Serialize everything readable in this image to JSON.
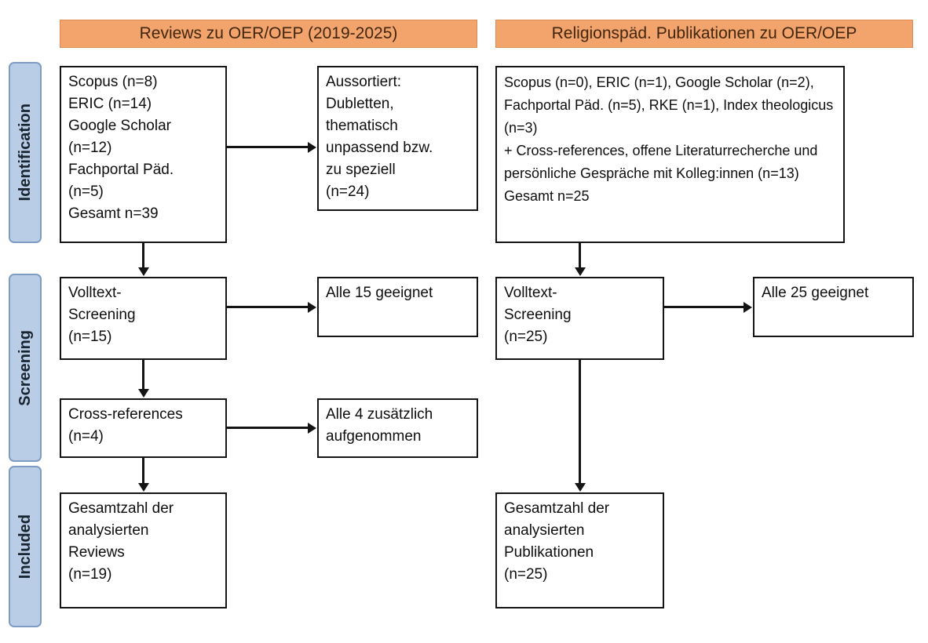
{
  "colors": {
    "background": "#ffffff",
    "header_fill": "#f3a36c",
    "header_border": "#dd8b50",
    "header_text": "#40270d",
    "stage_fill": "#b9cde6",
    "stage_border": "#7e9cc4",
    "stage_text": "#1a2430",
    "box_background": "#ffffff",
    "box_border": "#141414",
    "arrow": "#141414"
  },
  "headers": {
    "left": "Reviews zu OER/OEP (2019-2025)",
    "right": "Religionspäd. Publikationen zu OER/OEP"
  },
  "stages": [
    {
      "id": "identification",
      "label": "Identification"
    },
    {
      "id": "screening",
      "label": "Screening"
    },
    {
      "id": "included",
      "label": "Included"
    }
  ],
  "left_flow": {
    "sources": "Scopus (n=8)\nERIC (n=14)\nGoogle Scholar\n(n=12)\nFachportal Päd.\n(n=5)\nGesamt n=39",
    "excluded": "Aussortiert:\nDubletten,\nthematisch\nunpassend bzw.\nzu speziell\n(n=24)",
    "fulltext": "Volltext-\nScreening\n(n=15)",
    "fulltext_result": "Alle 15 geeignet",
    "crossref": "Cross-references\n(n=4)",
    "crossref_result": "Alle 4 zusätzlich\naufgenommen",
    "total": "Gesamtzahl der\nanalysierten\nReviews\n(n=19)"
  },
  "right_flow": {
    "sources": "Scopus (n=0), ERIC (n=1), Google Scholar (n=2), Fachportal Päd. (n=5), RKE (n=1), Index theologicus (n=3)\n+ Cross-references, offene Literaturrecherche und persönliche Gespräche mit Kolleg:innen (n=13)\nGesamt n=25",
    "fulltext": "Volltext-\nScreening\n(n=25)",
    "fulltext_result": "Alle 25 geeignet",
    "total": "Gesamtzahl der\nanalysierten\nPublikationen\n(n=25)"
  }
}
